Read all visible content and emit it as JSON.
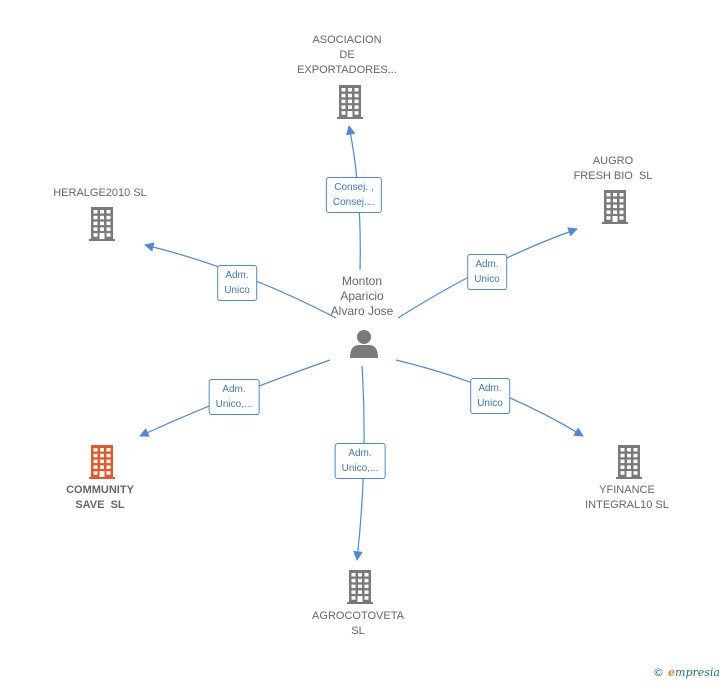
{
  "center": {
    "name_lines": "Monton\nAparicio\nAlvaro Jose",
    "icon": "person-icon"
  },
  "companies": [
    {
      "id": "asociacion",
      "name": "ASOCIACION\nDE\nEXPORTADORES...",
      "role": "Consej. ,\nConsej....",
      "highlight": false
    },
    {
      "id": "augro",
      "name": "AUGRO\nFRESH BIO  SL",
      "role": "Adm.\nUnico",
      "highlight": false
    },
    {
      "id": "heralge",
      "name": "HERALGE2010 SL",
      "role": "Adm.\nUnico",
      "highlight": false
    },
    {
      "id": "community",
      "name": "COMMUNITY\nSAVE  SL",
      "role": "Adm.\nUnico,...",
      "highlight": true
    },
    {
      "id": "agrocotoveta",
      "name": "AGROCOTOVETA\nSL",
      "role": "Adm.\nUnico,...",
      "highlight": false
    },
    {
      "id": "yfinance",
      "name": "YFINANCE\nINTEGRAL10 SL",
      "role": "Adm.\nUnico",
      "highlight": false
    }
  ],
  "colors": {
    "edge": "#4a8ad8",
    "building": "#7a7a7a",
    "building_highlight": "#e8572a",
    "person": "#7a7a7a"
  },
  "footer": {
    "copyright_symbol": "©",
    "brand_initial": "e",
    "brand_rest": "mpresia"
  }
}
